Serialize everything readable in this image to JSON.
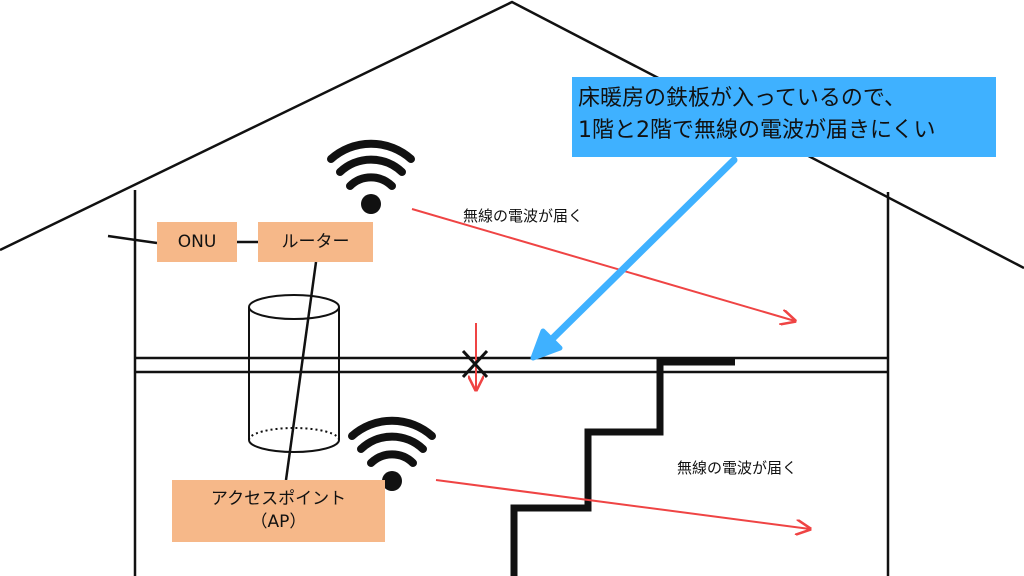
{
  "callout": {
    "line1": "床暖房の鉄板が入っているので、",
    "line2": "1階と2階で無線の電波が届きにくい"
  },
  "labels": {
    "onu": "ONU",
    "router": "ルーター",
    "ap_line1": "アクセスポイント",
    "ap_line2": "（AP）"
  },
  "notes": {
    "upstairs": "無線の電波が届く",
    "downstairs": "無線の電波が届く"
  },
  "colors": {
    "callout_bg": "#3fb1ff",
    "device_box": "#f6b889",
    "wave_arrow": "#ef4444",
    "pointer_arrow": "#3fb1ff"
  }
}
